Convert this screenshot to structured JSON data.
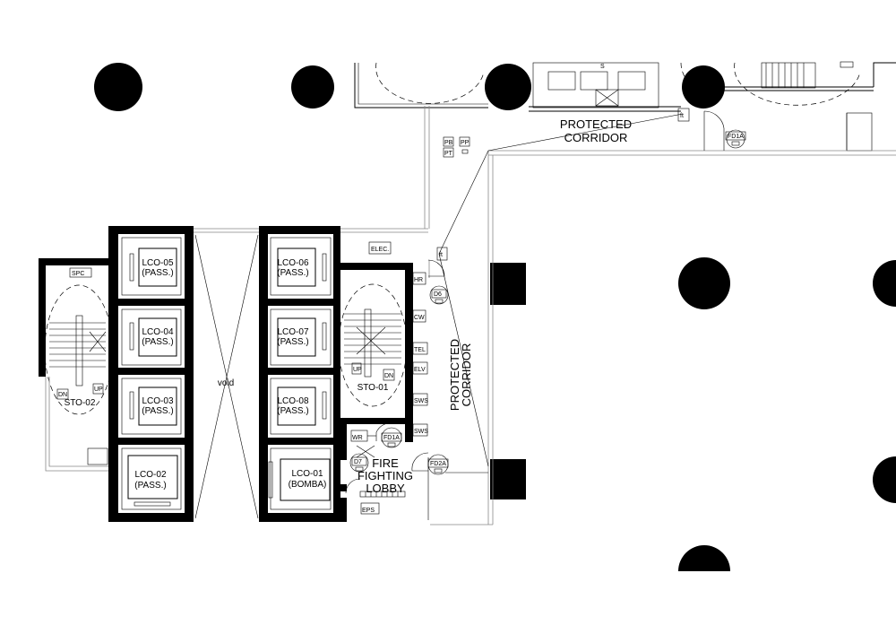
{
  "lifts": [
    {
      "id": "LCO-05",
      "type": "(PASS.)"
    },
    {
      "id": "LCO-04",
      "type": "(PASS.)"
    },
    {
      "id": "LCO-03",
      "type": "(PASS.)"
    },
    {
      "id": "LCO-02",
      "type": "(PASS.)"
    },
    {
      "id": "LCO-06",
      "type": "(PASS.)"
    },
    {
      "id": "LCO-07",
      "type": "(PASS.)"
    },
    {
      "id": "LCO-08",
      "type": "(PASS.)"
    },
    {
      "id": "LCO-01",
      "type": "(BOMBA)"
    }
  ],
  "rooms": {
    "void": "void",
    "stair_1": "STO-01",
    "stair_2": "STO-02",
    "fire_lobby_line1": "FIRE",
    "fire_lobby_line2": "FIGHTING",
    "fire_lobby_line3": "LOBBY",
    "corridor_top_line1": "PROTECTED",
    "corridor_top_line2": "CORRIDOR",
    "corridor_side_line1": "PROTECTED",
    "corridor_side_line2": "CORRIDOR"
  },
  "service_tags": {
    "elec": "ELEC.",
    "hr": "HR",
    "cw": "CW",
    "tel": "TEL",
    "elv": "ELV",
    "sws1": "SWS",
    "sws2": "SWS",
    "wr": "WR",
    "eps": "EPS",
    "spc": "SPC"
  },
  "door_tags": {
    "fd1a_top": "FD1A",
    "fd1a_lobby": "FD1A",
    "fd2a": "FD2A",
    "d6": "D6",
    "d7": "D7"
  },
  "markers": {
    "ft1": "ft",
    "ft2": "ft",
    "pb": "PB",
    "pt": "PT",
    "pp": "PP"
  },
  "stair_marks": {
    "up1": "UP",
    "dn1": "DN",
    "up2": "UP",
    "dn2": "DN"
  }
}
